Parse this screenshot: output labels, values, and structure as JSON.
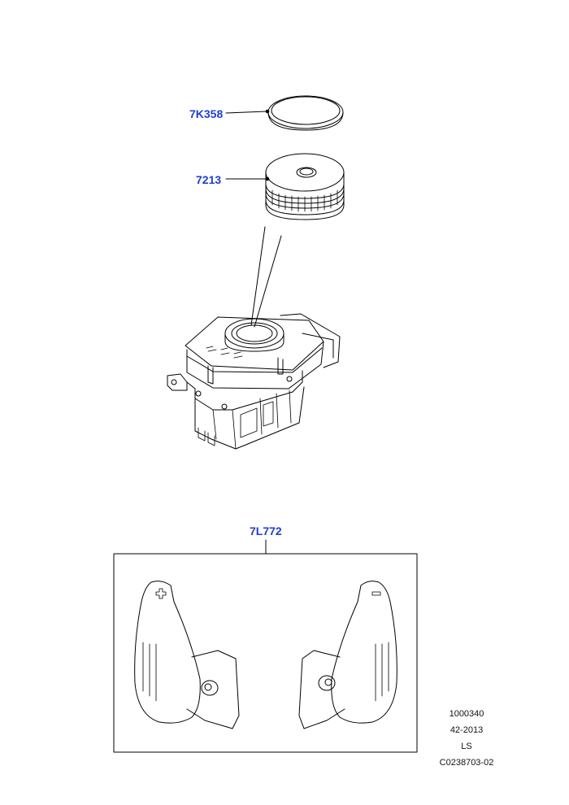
{
  "callouts": {
    "cap": "7K358",
    "knob": "7213",
    "paddles": "7L772"
  },
  "meta": {
    "line1": "1000340",
    "line2": "42-2013",
    "line3": "LS",
    "line4": "C0238703-02"
  },
  "colors": {
    "callout": "#1f3fd0",
    "linework": "#000000"
  }
}
